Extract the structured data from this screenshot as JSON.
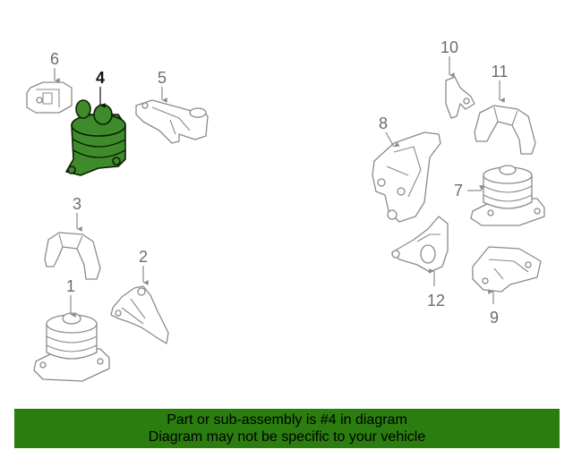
{
  "callouts": {
    "c1": "1",
    "c2": "2",
    "c3": "3",
    "c4": "4",
    "c5": "5",
    "c6": "6",
    "c7": "7",
    "c8": "8",
    "c9": "9",
    "c10": "10",
    "c11": "11",
    "c12": "12"
  },
  "highlight_color": "#3f8a2a",
  "banner": {
    "line1": "Part or sub-assembly is #4 in diagram",
    "line2": "Diagram may not be specific to your vehicle",
    "color": "#2a7d0e"
  }
}
